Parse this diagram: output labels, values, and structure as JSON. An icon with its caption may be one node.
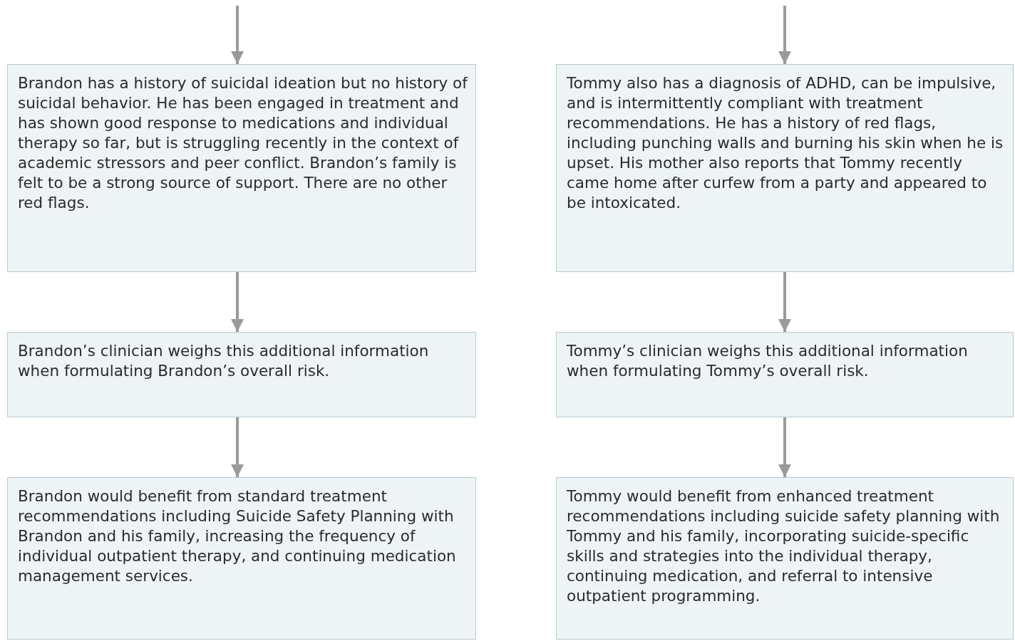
{
  "diagram": {
    "nodes": [
      {
        "text": [
          "Brandon has a history of suicidal ideation but no history of suicidal behavior. He has been engaged in treatment and has shown good response to medications and individual therapy so far, but is struggling recently in the context of academic stressors and peer conflict. Brandon’s family is felt to be a strong source of support. There are no other red flags."
        ]
      },
      {
        "text": [
          "Brandon’s clinician weighs this additional information when formulating Brandon’s overall risk."
        ]
      },
      {
        "text": [
          "Brandon would benefit from standard treatment recommendations including Suicide Safety Planning with Brandon and his family, increasing the frequency of individual outpatient therapy, and continuing medication management services."
        ]
      },
      {
        "text": [
          "Tommy also has a diagnosis of ADHD, can be impulsive, and is intermittently compliant with treatment recommendations. He has a history of red flags, including punching walls and burning his skin when he is upset. His mother also reports that Tommy recently came home after curfew from a party and appeared to be intoxicated."
        ]
      },
      {
        "text": [
          "Tommy’s clinician weighs this additional information when formulating Tommy’s overall risk."
        ]
      },
      {
        "text": [
          "Tommy would benefit from enhanced treatment recommendations including suicide safety planning with Tommy and his family, incorporating suicide-specific skills and strategies into the individual therapy, continuing medication, and referral to intensive outpatient programming."
        ]
      }
    ],
    "edges": [
      {
        "from": null,
        "to": 0,
        "arrow": "to"
      },
      {
        "from": 0,
        "to": 1,
        "arrow": "to"
      },
      {
        "from": 1,
        "to": 2,
        "arrow": "to"
      },
      {
        "from": null,
        "to": 3,
        "arrow": "to"
      },
      {
        "from": 3,
        "to": 4,
        "arrow": "to"
      },
      {
        "from": 4,
        "to": 5,
        "arrow": "to"
      }
    ]
  }
}
